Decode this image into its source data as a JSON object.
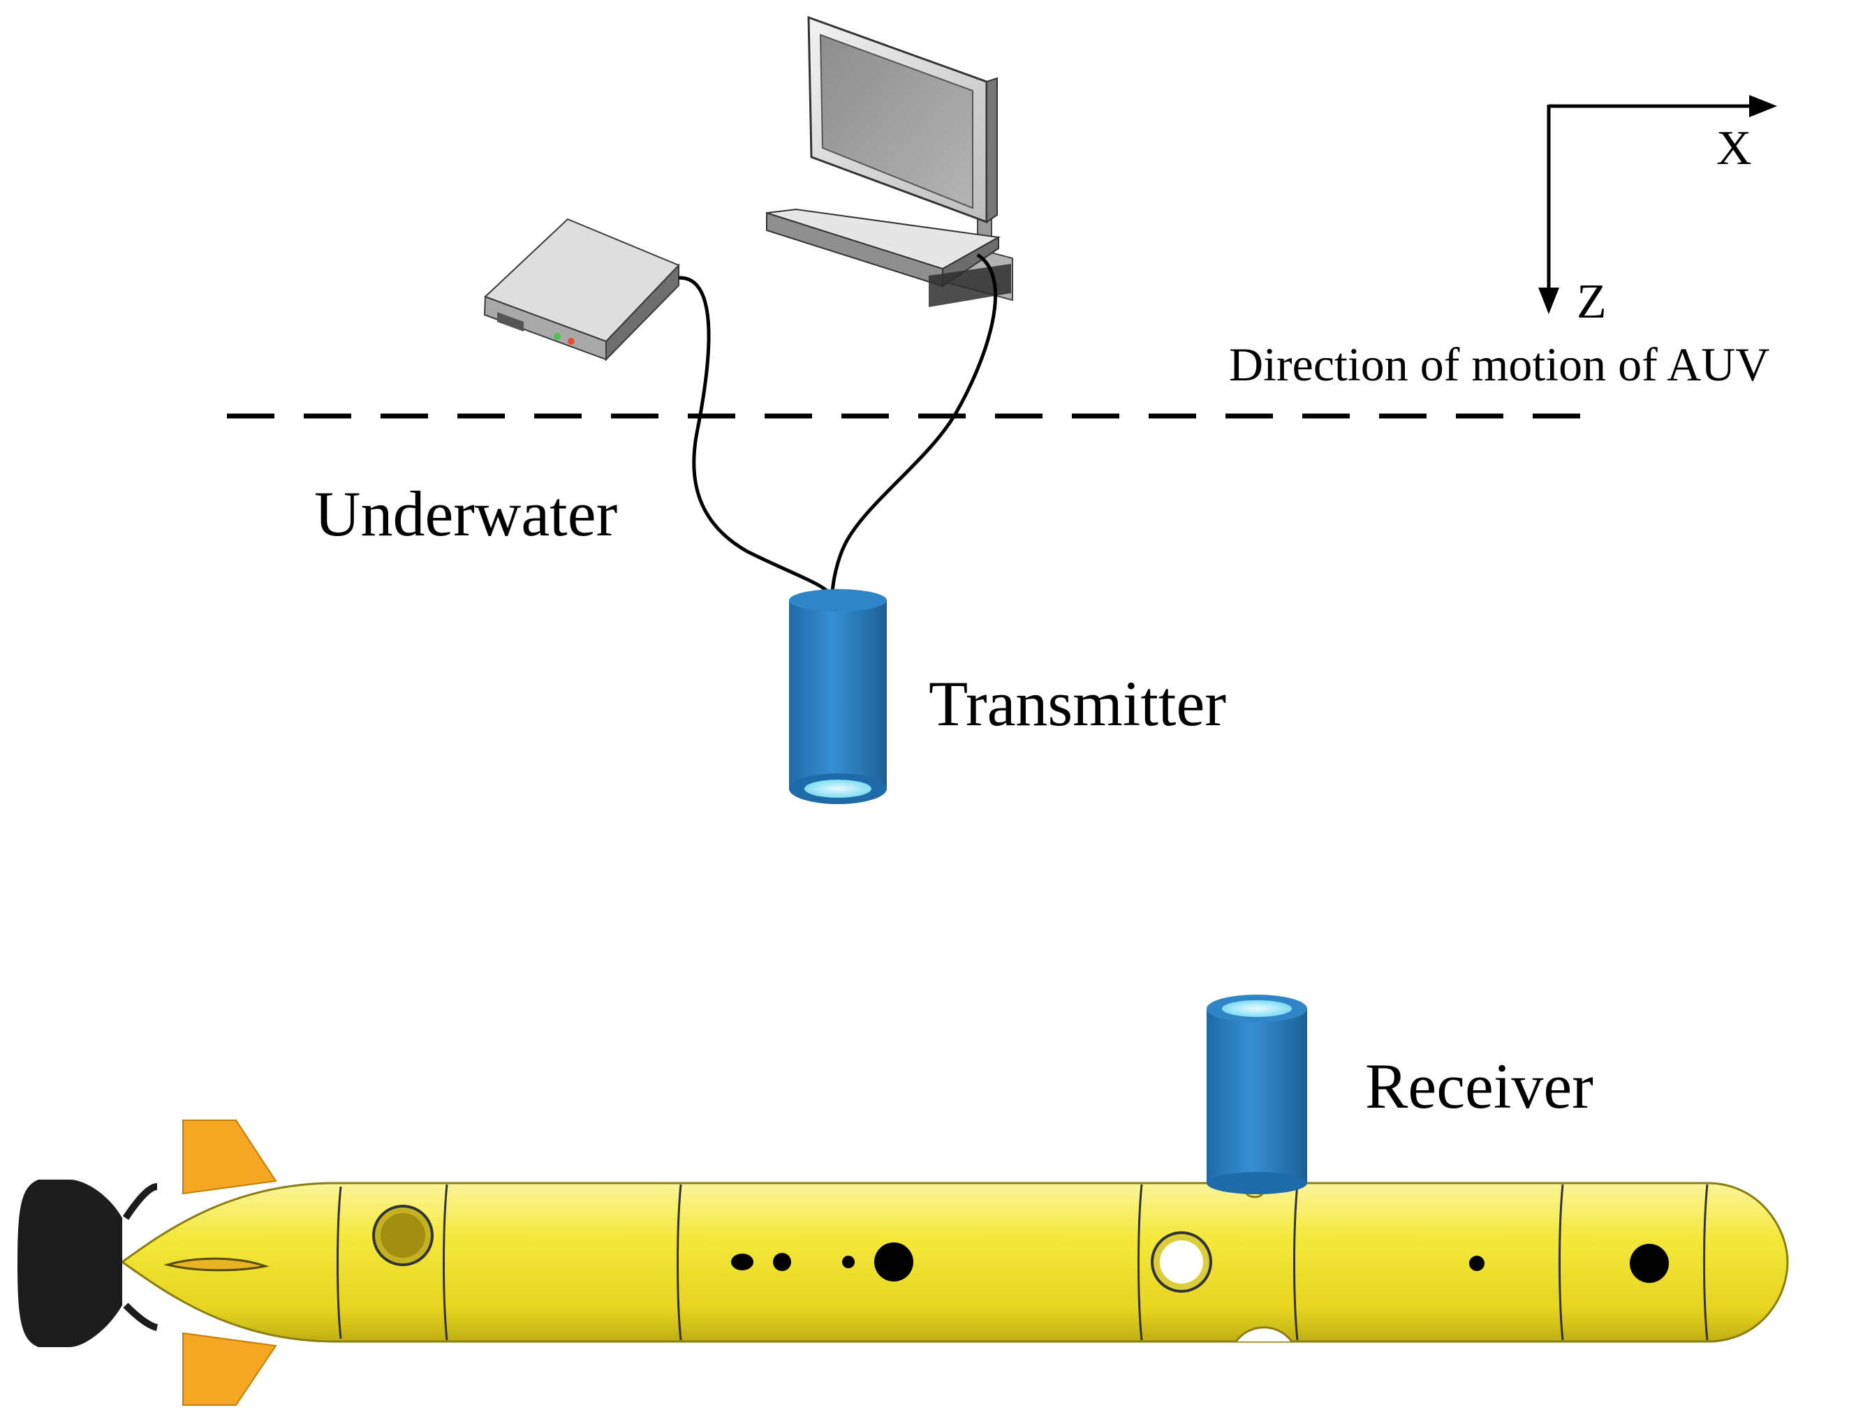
{
  "labels": {
    "underwater": "Underwater",
    "transmitter": "Transmitter",
    "receiver": "Receiver",
    "direction": "Direction of motion of AUV",
    "axis_x": "X",
    "axis_z": "Z"
  },
  "colors": {
    "auv_body": "#f2e635",
    "auv_shadow": "#c9b818",
    "fin": "#f5a623",
    "transducer": "#2b7bbd",
    "transducer_face": "#9fe8f7",
    "propeller": "#1c1c1c",
    "cable": "#000000",
    "surface_line": "#000000"
  },
  "icons": [
    "computer-monitor-icon",
    "keyboard-icon",
    "data-acquisition-box-icon"
  ]
}
